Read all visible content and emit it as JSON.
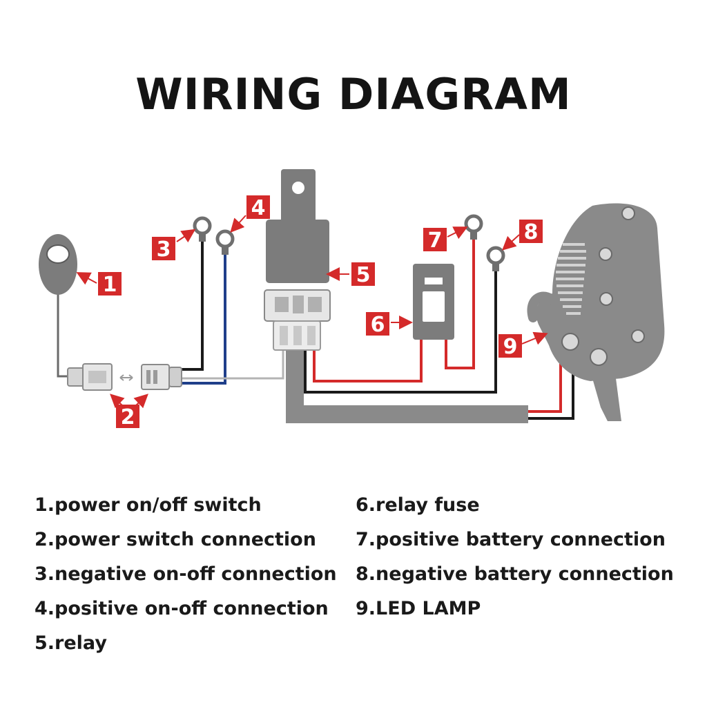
{
  "title": "WIRING DIAGRAM",
  "colors": {
    "callout_red": "#d42a2a",
    "wire_red": "#d42a2a",
    "wire_black": "#1a1a1a",
    "wire_blue": "#1f3f8a",
    "component_gray": "#7c7c7c",
    "text": "#1a1a1a"
  },
  "callouts": [
    "1",
    "2",
    "3",
    "4",
    "5",
    "6",
    "7",
    "8",
    "9"
  ],
  "legend": [
    "1.power on/off switch",
    "2.power switch connection",
    "3.negative on-off connection",
    "4.positive on-off connection",
    "5.relay",
    "6.relay fuse",
    "7.positive battery connection",
    "8.negative  battery connection",
    "9.LED LAMP"
  ]
}
